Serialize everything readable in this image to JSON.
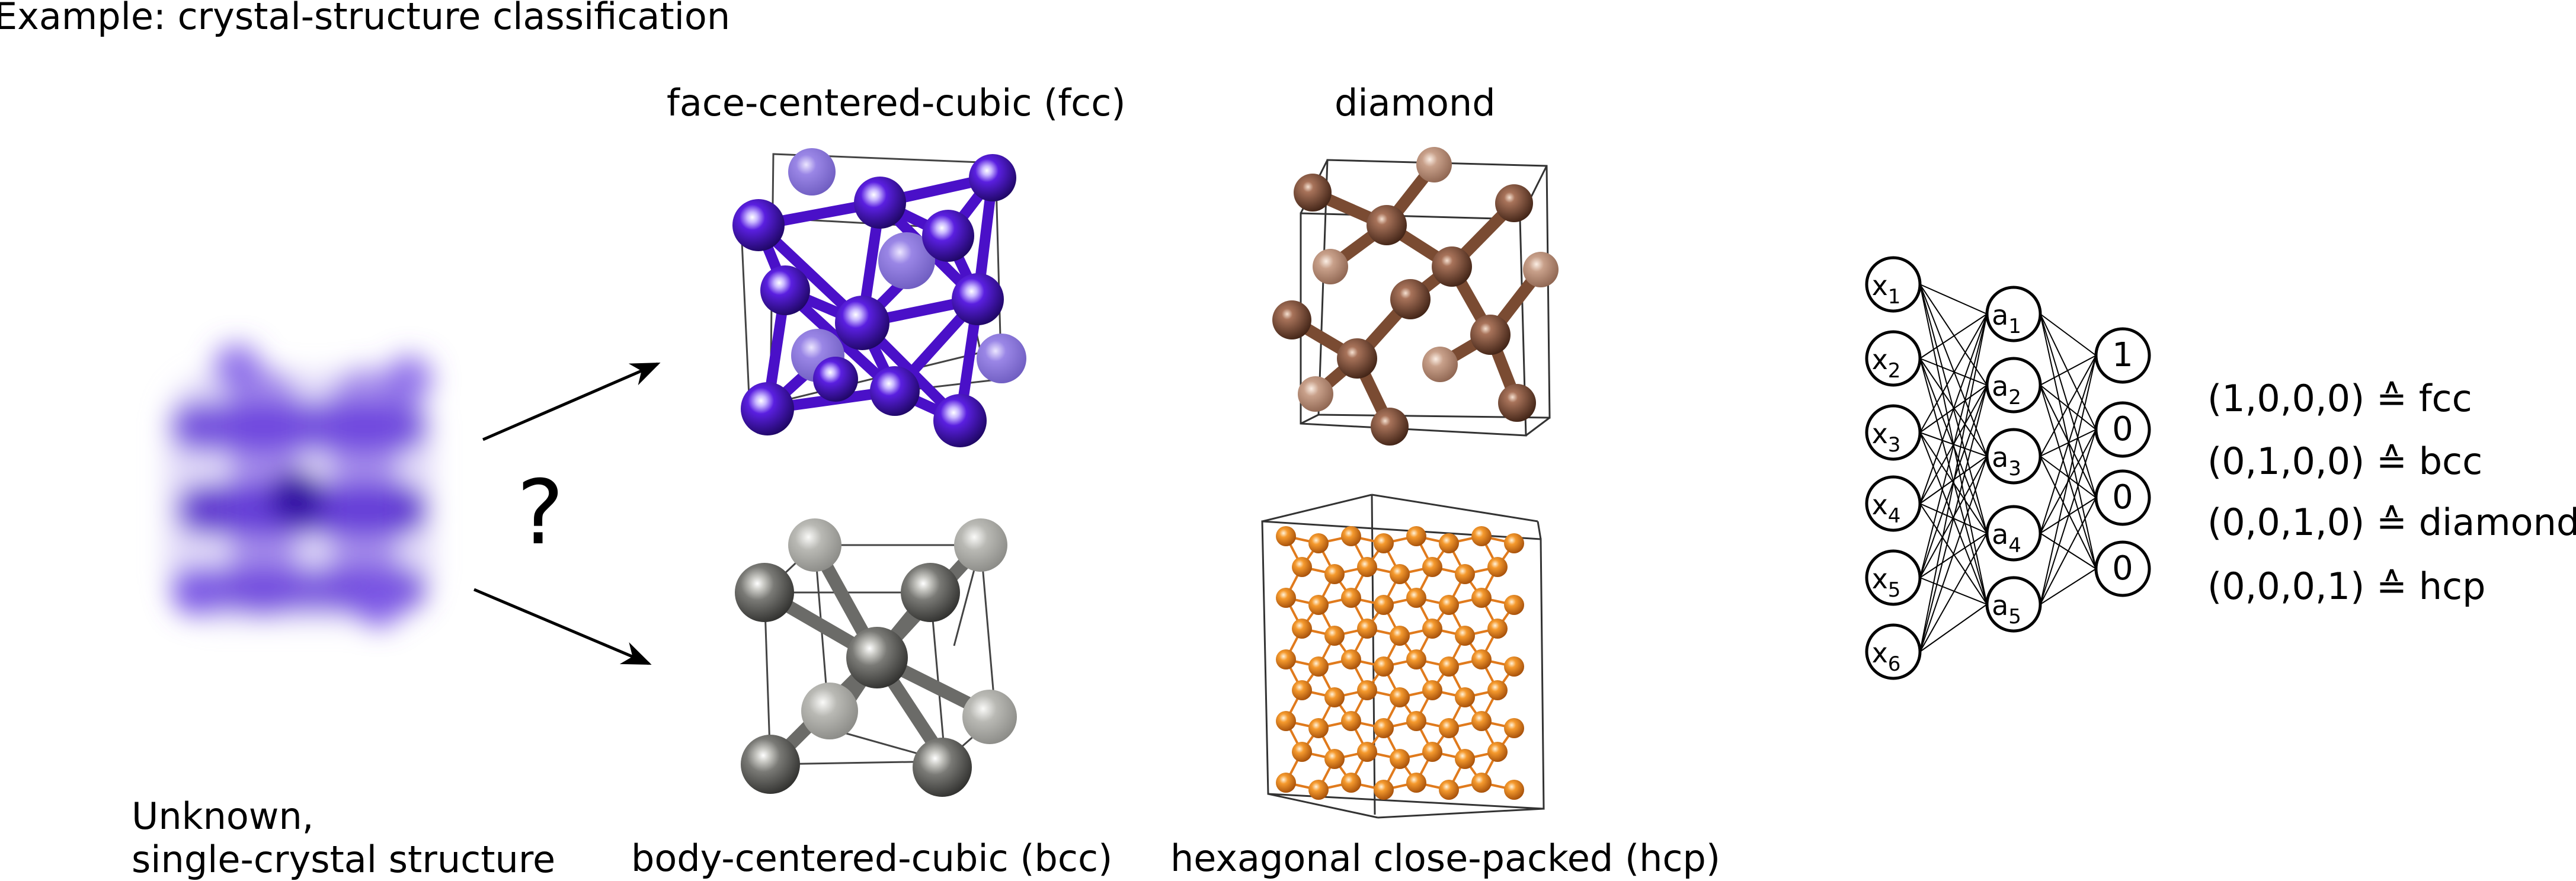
{
  "header": {
    "title": "Example: crystal-structure classification"
  },
  "unknown": {
    "label_line1": "Unknown,",
    "label_line2": "single-crystal structure",
    "question_mark": "?"
  },
  "structures": {
    "fcc": {
      "label": "face-centered-cubic (fcc)",
      "color": "#4a10c8"
    },
    "diamond": {
      "label": "diamond",
      "color": "#7a4b32"
    },
    "bcc": {
      "label": "body-centered-cubic (bcc)",
      "color": "#6b6b68"
    },
    "hcp": {
      "label": "hexagonal close-packed (hcp)",
      "color": "#e07a1c"
    }
  },
  "network": {
    "inputs": [
      {
        "base": "x",
        "sub": "1"
      },
      {
        "base": "x",
        "sub": "2"
      },
      {
        "base": "x",
        "sub": "3"
      },
      {
        "base": "x",
        "sub": "4"
      },
      {
        "base": "x",
        "sub": "5"
      },
      {
        "base": "x",
        "sub": "6"
      }
    ],
    "hidden": [
      {
        "base": "a",
        "sub": "1"
      },
      {
        "base": "a",
        "sub": "2"
      },
      {
        "base": "a",
        "sub": "3"
      },
      {
        "base": "a",
        "sub": "4"
      },
      {
        "base": "a",
        "sub": "5"
      }
    ],
    "outputs": [
      "1",
      "0",
      "0",
      "0"
    ]
  },
  "encoding": [
    {
      "vector": "(1,0,0,0)",
      "symbol": "≙",
      "class": "fcc"
    },
    {
      "vector": "(0,1,0,0)",
      "symbol": "≙",
      "class": "bcc"
    },
    {
      "vector": "(0,0,1,0)",
      "symbol": "≙",
      "class": "diamond"
    },
    {
      "vector": "(0,0,0,1)",
      "symbol": "≙",
      "class": "hcp"
    }
  ]
}
